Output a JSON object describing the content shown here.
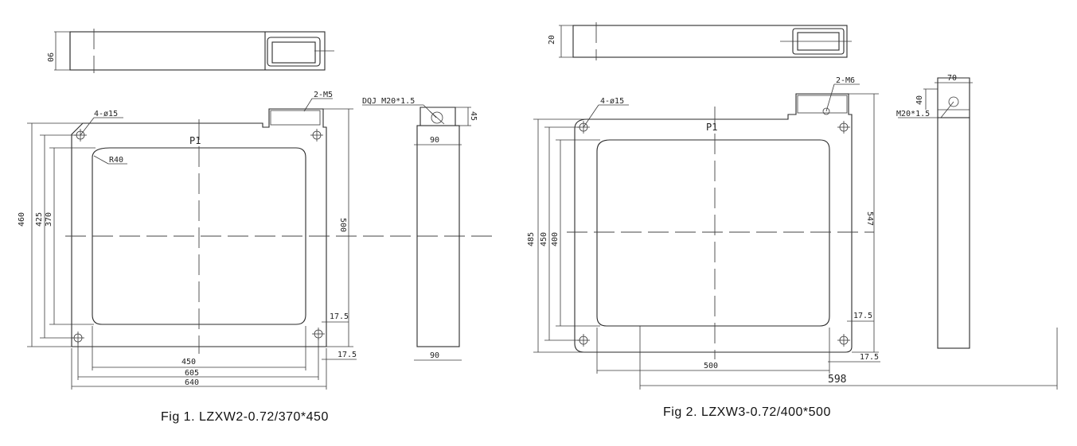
{
  "figures": [
    {
      "caption": "Fig 1. LZXW2-0.72/370*450",
      "part_label": "P1",
      "dims": {
        "top_height": "90",
        "hole": "4-ø15",
        "corner_radius": "R40",
        "thread_holes": "2-M5",
        "connector": "DQJ M20*1.5",
        "flange": "45",
        "side_width_top": "90",
        "side_width_bottom": "90",
        "h_outer": "460",
        "h_mid": "425",
        "h_inner": "370",
        "h_right": "500",
        "edge_top": "17.5",
        "edge_bottom": "17.5",
        "w_inner": "450",
        "w_mid": "605",
        "w_outer": "640"
      }
    },
    {
      "caption": "Fig 2. LZXW3-0.72/400*500",
      "part_label": "P1",
      "dims": {
        "top_height": "20",
        "thread_holes": "2-M6",
        "hole": "4-ø15",
        "side_width": "70",
        "flange": "40",
        "connector": "M20*1.5",
        "h_outer": "485",
        "h_mid": "450",
        "h_inner": "400",
        "h_right": "547",
        "edge_top": "17.5",
        "edge_bottom": "17.5",
        "w_inner": "500",
        "w_overall": "598"
      }
    }
  ]
}
